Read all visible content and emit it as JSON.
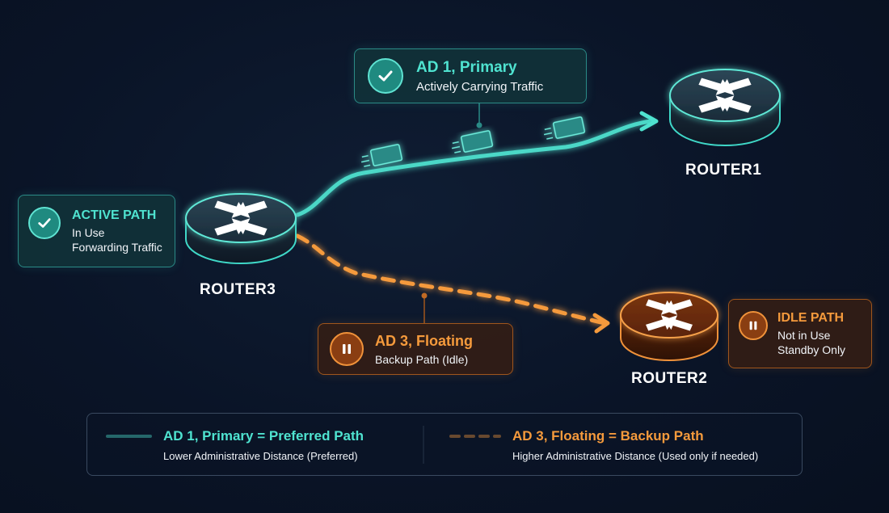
{
  "routers": {
    "router1": {
      "label": "ROUTER1"
    },
    "router2": {
      "label": "ROUTER2"
    },
    "router3": {
      "label": "ROUTER3"
    }
  },
  "callouts": {
    "primary": {
      "title": "AD 1, Primary",
      "subtitle": "Actively Carrying Traffic",
      "icon": "check-icon"
    },
    "floating": {
      "title": "AD 3, Floating",
      "subtitle": "Backup Path (Idle)",
      "icon": "pause-icon"
    },
    "active_path": {
      "title": "ACTIVE PATH",
      "line1": "In Use",
      "line2": "Forwarding Traffic",
      "icon": "check-icon"
    },
    "idle_path": {
      "title": "IDLE PATH",
      "line1": "Not in Use",
      "line2": "Standby Only",
      "icon": "pause-icon"
    }
  },
  "legend": {
    "primary": {
      "title": "AD 1, Primary = Preferred Path",
      "desc": "Lower Administrative Distance (Preferred)"
    },
    "backup": {
      "title": "AD 3, Floating = Backup Path",
      "desc": "Higher Administrative Distance (Used only if needed)"
    }
  },
  "colors": {
    "primary_path": "#4fe3d0",
    "backup_path": "#f59a3c",
    "background": "#0a1427"
  }
}
